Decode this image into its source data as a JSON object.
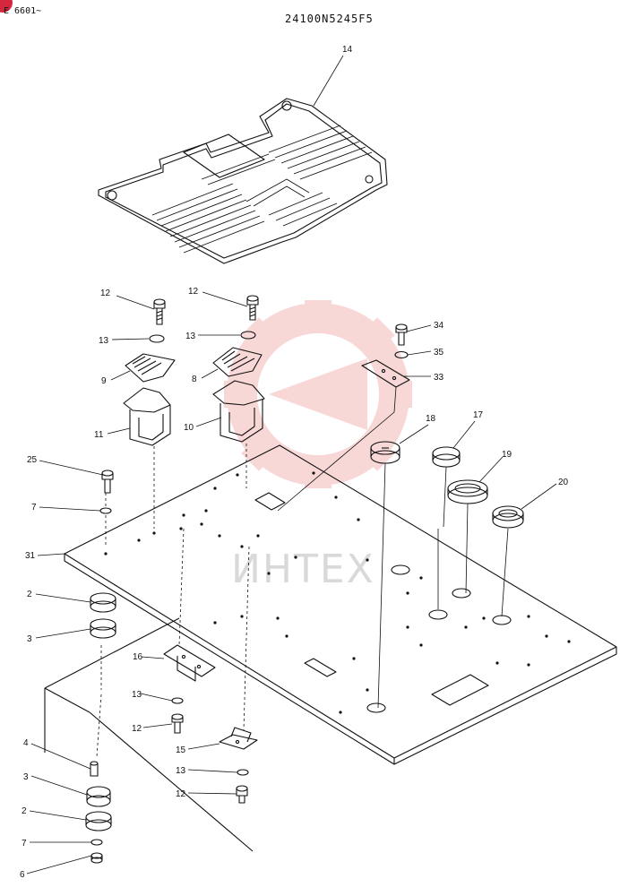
{
  "header": {
    "left_code": "E 6601~",
    "drawing_no": "24100N5245F5"
  },
  "watermark": {
    "text": "ИНТЕХ",
    "gear_color": "#f3b7b7",
    "text_color": "#d9d9d9"
  },
  "badge_color": "#d6283c",
  "callouts": {
    "c14": "14",
    "c12a": "12",
    "c13a": "13",
    "c9": "9",
    "c11": "11",
    "c12b": "12",
    "c13b": "13",
    "c8": "8",
    "c10": "10",
    "c34": "34",
    "c35": "35",
    "c33": "33",
    "c18": "18",
    "c17": "17",
    "c19": "19",
    "c20": "20",
    "c25": "25",
    "c7a": "7",
    "c31": "31",
    "c2a": "2",
    "c3a": "3",
    "c16": "16",
    "c13c": "13",
    "c12c": "12",
    "c15": "15",
    "c13d": "13",
    "c12d": "12",
    "c4": "4",
    "c3b": "3",
    "c2b": "2",
    "c7b": "7",
    "c6": "6"
  }
}
